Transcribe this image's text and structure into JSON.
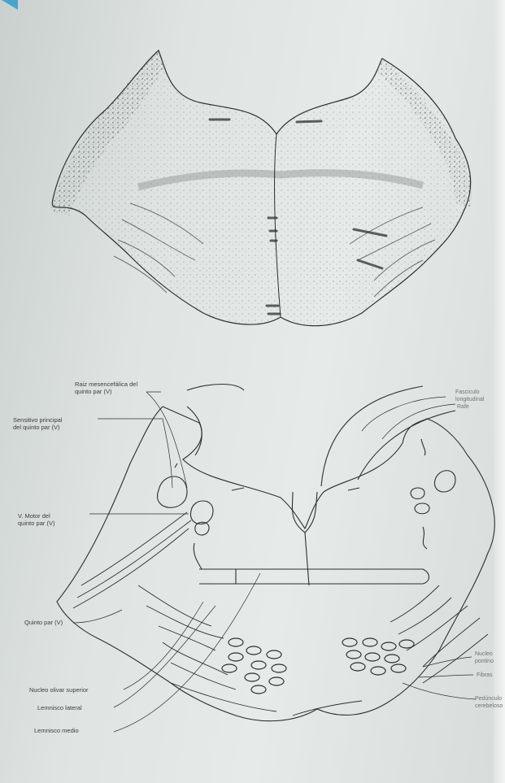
{
  "labels_left": [
    {
      "key": "raiz",
      "text": "Raiz mesencefálica del\nquinto par (V)"
    },
    {
      "key": "sensitivo",
      "text": "Sensitivo principal\ndel quinto par (V)"
    },
    {
      "key": "motor",
      "text": "V. Motor del\nquinto par (V)"
    },
    {
      "key": "quinto",
      "text": "Quinto par (V)"
    },
    {
      "key": "nucleo",
      "text": "Nucleo olivar superior"
    },
    {
      "key": "lateral",
      "text": "Lemnisco lateral"
    },
    {
      "key": "medio",
      "text": "Lemnisco medio"
    }
  ],
  "labels_right": [
    {
      "key": "fasciculo",
      "text": "Fasciculo\nlongitudinal"
    },
    {
      "key": "rafe",
      "text": "Rafe"
    },
    {
      "key": "r4",
      "text": "Nucleo\npontino"
    },
    {
      "key": "r5",
      "text": "Fibras"
    },
    {
      "key": "r6",
      "text": "Pedúnculo\ncerebeloso"
    }
  ],
  "colors": {
    "ink": "#2b2f31",
    "paper": "#e2e6e4",
    "stain": "#4b5052"
  }
}
